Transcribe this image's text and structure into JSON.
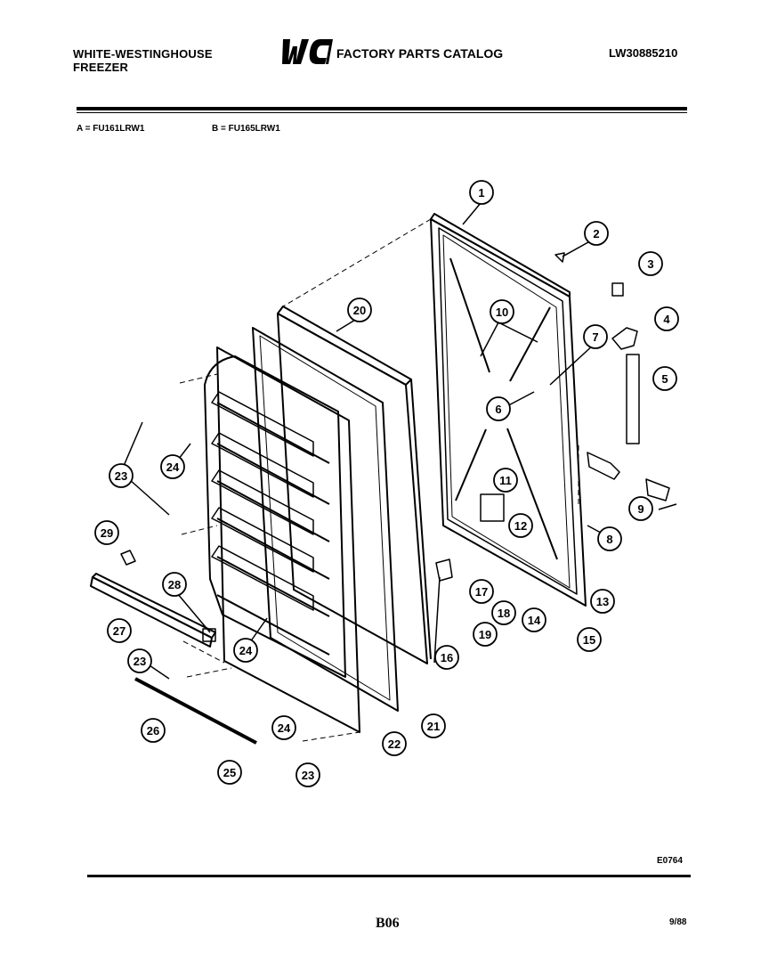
{
  "header": {
    "brand_line1": "WHITE-WESTINGHOUSE",
    "brand_line2": "FREEZER",
    "logo_text": "WCI",
    "catalog_title": "FACTORY PARTS CATALOG",
    "document_number": "LW30885210"
  },
  "models": {
    "a": "A = FU161LRW1",
    "b": "B = FU165LRW1"
  },
  "footer": {
    "drawing_code": "E0764",
    "page": "B06",
    "date": "9/88"
  },
  "callouts": [
    "1",
    "2",
    "3",
    "4",
    "5",
    "6",
    "7",
    "8",
    "9",
    "10",
    "11",
    "12",
    "13",
    "14",
    "15",
    "16",
    "17",
    "18",
    "19",
    "20",
    "21",
    "22",
    "23",
    "24",
    "25",
    "26",
    "27",
    "28",
    "29"
  ]
}
